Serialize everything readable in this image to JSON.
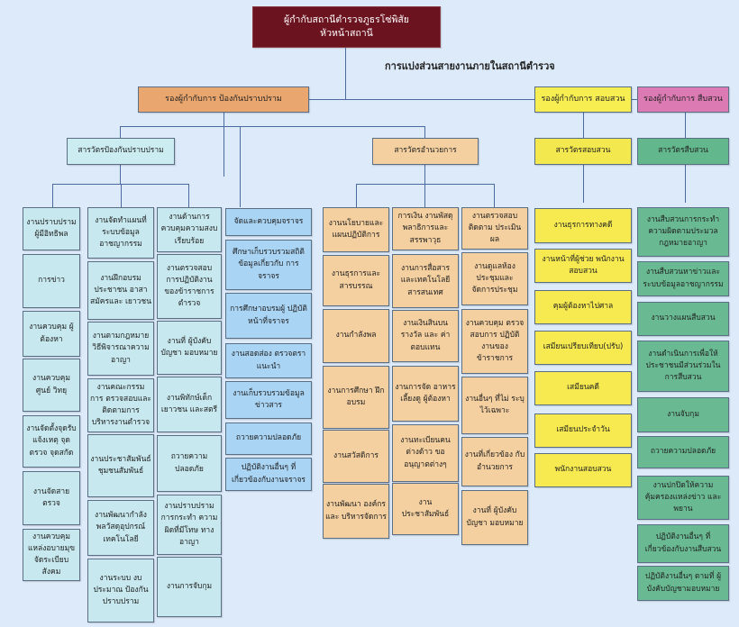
{
  "head": {
    "title_line1": "ผู้กำกับสถานีตำรวจภูธรโซ่พิสัย",
    "title_line2": "หัวหน้าสถานี"
  },
  "subtitle": "การแบ่งส่วนสายงานภายในสถานีตำรวจ",
  "deputies": {
    "prevention": "รองผู้กำกับการ ป้องกันปราบปราม",
    "inquiry": "รองผู้กำกับการ สอบสวน",
    "investigation": "รองผู้กำกับการ สืบสวน"
  },
  "inspectors": {
    "prevention": "สารวัตรป้องกันปราบปราม",
    "admin": "สารวัตรอำนวยการ",
    "inquiry": "สารวัตรสอบสวน",
    "investigation": "สารวัตรสืบสวน"
  },
  "columns": {
    "prev1": [
      "งานปราบปราม ผู้มีอิทธิพล",
      "การข่าว",
      "งานควบคุม ผู้ต้องหา",
      "งานควบคุมศูนย์ วิทยุ",
      "งานจัดตั้งจุดรับ แจ้งเหตุ จุดตรวจ จุดสกัด",
      "งานจัดสายตรวจ",
      "งานควบคุม แหล่งอบายมุข จัดระเบียบสังคม"
    ],
    "prev2": [
      "งานจัดทำแผนที่ ระบบข้อมูล อาชญากรรม",
      "งานฝึกอบรม ประชาชน อาสาสมัครและ เยาวชน",
      "งานตามกฎหมาย วิธีพิจารณาความ อาญา",
      "งานคณะกรรม การ ตรวจสอบและ ติดตามการ บริหารงานตำรวจ",
      "งานประชาสัมพันธ์ ชุมชนสัมพันธ์",
      "งานพัฒนากำลัง พลวัสดุอุปกรณ์ เทคโนโลยี",
      "งานระบบ งบประมาณ ป้องกัน ปราบปราม"
    ],
    "prev3": [
      "งานด้านการ ควบคุมความสงบ เรียบร้อย",
      "งานตรวจสอบ การปฏิบัติงาน ของข้าราชการ ตำรวจ",
      "งานที่ ผู้บังคับบัญชา มอบหมาย",
      "งานพิทักษ์เด็ก เยาวชน และสตรี",
      "ถวายความ ปลอดภัย",
      "งานปราบปราม การกระทำ ความผิดที่มีโทษ ทางอาญา",
      "งานการจับกุม"
    ],
    "traffic": [
      "จัดและควบคุมจราจร",
      "ศึกษาเก็บรวบรวมสถิติ ข้อมูลเกี่ยวกับ การจราจร",
      "การศึกษาอบรมผู้ ปฏิบัติหน้าที่จราจร",
      "งานสอดส่อง ตรวจตรา แนะนำ",
      "งานเก็บรวบรวมข้อมูล ข่าวสาร",
      "ถวายความปลอดภัย",
      "ปฏิบัติงานอื่นๆ ที่ เกี่ยวข้องกับงานจราจร"
    ],
    "admin1": [
      "งานนโยบายและ แผนปฏิบัติการ",
      "งานธุรการและ สารบรรณ",
      "งานกำลังพล",
      "งานการศึกษา ฝึกอบรม",
      "งานสวัสดิการ",
      "งานพัฒนา องค์กร และ บริหารจัดการ"
    ],
    "admin2": [
      "การเงิน งานพัสดุ พลาธิการและ สรรพาวุธ",
      "งานการสื่อสาร และเทคโนโลยี สารสนเทศ",
      "งานเงินสินบน รางวัล และ ค่าตอบแทน",
      "งานการจัด อาหารเลี้ยงดู ผู้ต้องหา",
      "งานทะเบียนคน ต่างด้าว ขอ อนุญาตต่างๆ",
      "งาน ประชาสัมพันธ์"
    ],
    "admin3": [
      "งานตรวจสอบ ติดตาม ประเมินผล",
      "งานดูแลห้อง ประชุมและ จัดการประชุม",
      "งานควบคุม ตรวจสอบการ ปฏิบัติงานของ ข้าราชการ",
      "งานอื่นๆ ที่ไม่ ระบุไว้เฉพาะ",
      "งานที่เกี่ยวข้อง กับอำนวยการ",
      "งานที่ ผู้บังคับบัญชา มอบหมาย"
    ],
    "inquiry": [
      "งานธุรการทางคดี",
      "งานหน้าที่ผู้ช่วย พนักงานสอบสวน",
      "คุมผู้ต้องหาไปศาล",
      "เสมียนเปรียบเทียบ(ปรับ)",
      "เสมียนคดี",
      "เสมียนประจำวัน",
      "พนักงานสอบสวน"
    ],
    "investigation": [
      "งานสืบสวนการกระทำ ความผิดตามประมวล กฎหมายอาญา",
      "งานสืบสวนหาข่าวและ ระบบข้อมูลอาชญากรรม",
      "งานวางแผนสืบสวน",
      "งานดำเนินการเพื่อให้ ประชาชนมีส่วนร่วมใน การสืบสวน",
      "งานจับกุม",
      "ถวายความปลอดภัย",
      "งานปกปิดให้ความ คุ้มครองแหล่งข่าว และพยาน",
      "ปฏิบัติงานอื่นๆ ที่ เกี่ยวข้องกับงานสืบสวน",
      "ปฏิบัติงานอื่นๆ ตามที่ ผู้บังคับบัญชามอบหมาย"
    ]
  }
}
